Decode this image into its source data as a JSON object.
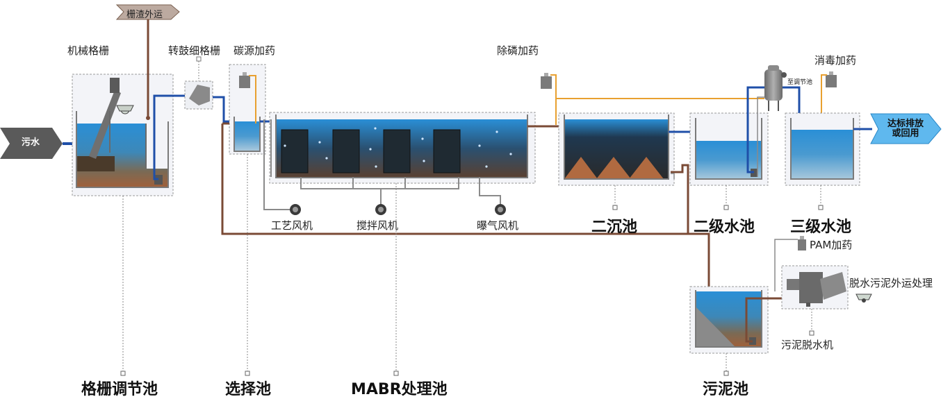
{
  "labels": {
    "screening_transport": "栅渣外运",
    "mechanical_screen": "机械格栅",
    "drum_fine_screen": "转鼓细格栅",
    "carbon_dosing": "碳源加药",
    "phosphorus_dosing": "除磷加药",
    "disinfection_dosing": "消毒加药",
    "to_regulating_tank": "至调节池",
    "sewage_inlet": "污水",
    "discharge_line1": "达标排放",
    "discharge_line2": "或回用",
    "process_blower": "工艺风机",
    "mixing_blower": "搅拌风机",
    "aeration_blower": "曝气风机",
    "secondary_clarifier": "二沉池",
    "secondary_water_tank": "二级水池",
    "tertiary_water_tank": "三级水池",
    "pam_dosing": "PAM加药",
    "sludge_dewater_transport": "脱水污泥外运处理",
    "sludge_dewatering_machine": "污泥脱水机",
    "screen_regulating_tank": "格栅调节池",
    "selection_tank": "选择池",
    "mabr_tank": "MABR处理池",
    "sludge_tank": "污泥池"
  },
  "colors": {
    "water_blue": "#2a86c8",
    "sludge_brown": "#8a5a3a",
    "pipe_blue": "#1f4fa8",
    "pipe_brown": "#7a4a35",
    "pipe_orange": "#e8a030",
    "pipe_grey": "#8a8a8a",
    "arrow_grey": "#5a5a5a",
    "arrow_blue": "#5fb8ee"
  }
}
